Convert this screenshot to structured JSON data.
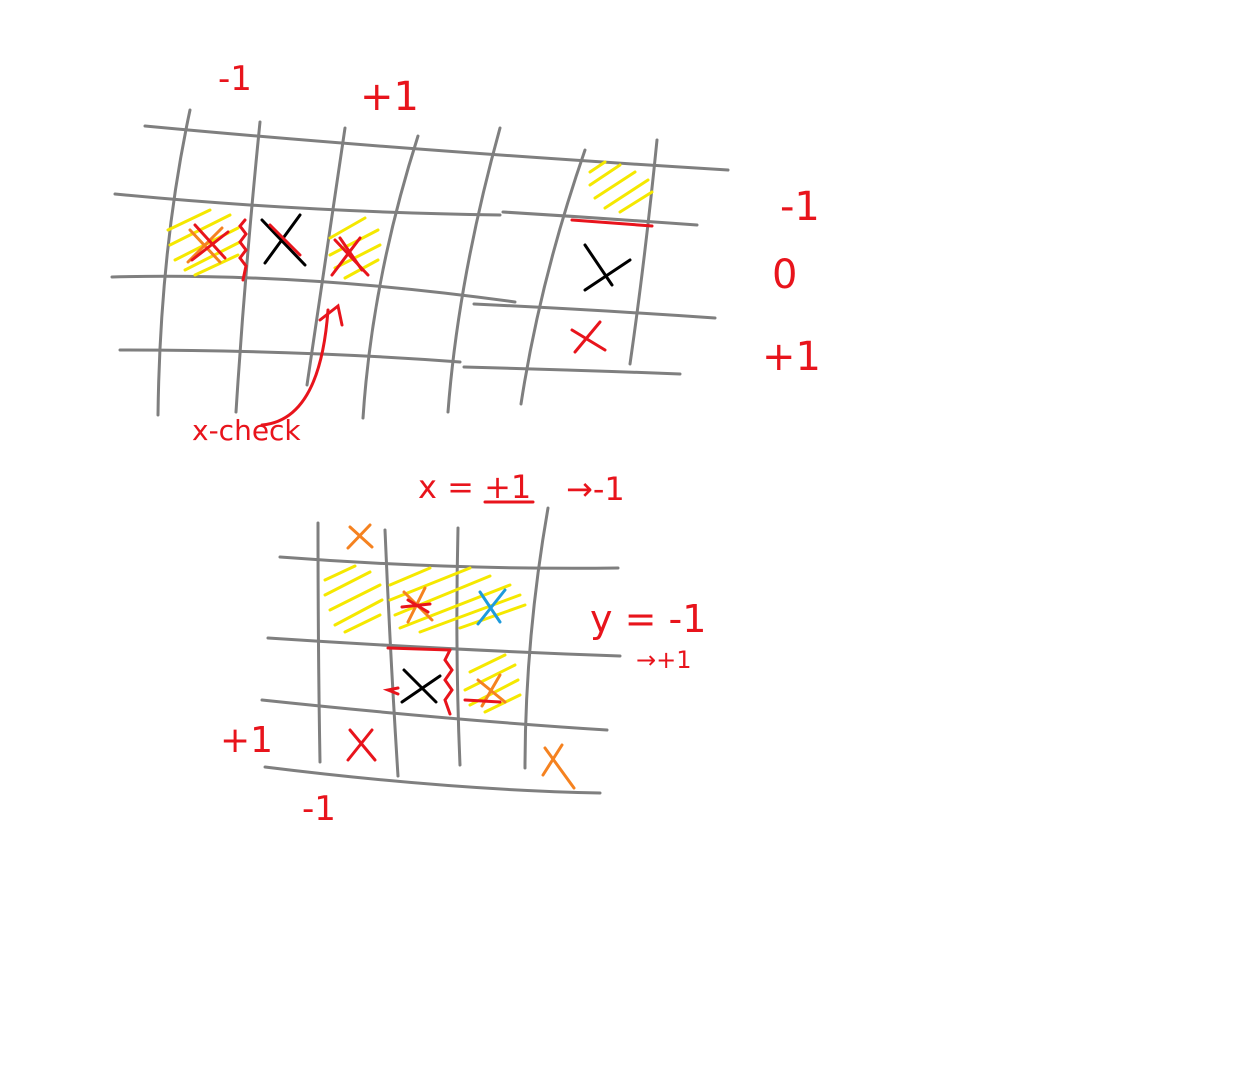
{
  "colors": {
    "grid": "#7f7f7f",
    "annotation": "#e8141c",
    "highlight": "#f5e800",
    "mark_black": "#000000",
    "mark_orange": "#f58220",
    "mark_blue": "#1e9bdc",
    "background": "#ffffff"
  },
  "top_diagram": {
    "col_labels": [
      "-1",
      "+1"
    ],
    "row_labels": [
      "-1",
      "0",
      "+1"
    ],
    "caption": "x-check"
  },
  "bottom_diagram": {
    "top_label": "x = +1",
    "top_label_arrow": "→-1",
    "right_label": "y = -1",
    "right_label_arrow": "→+1",
    "left_label": "+1",
    "bottom_label": "-1"
  }
}
